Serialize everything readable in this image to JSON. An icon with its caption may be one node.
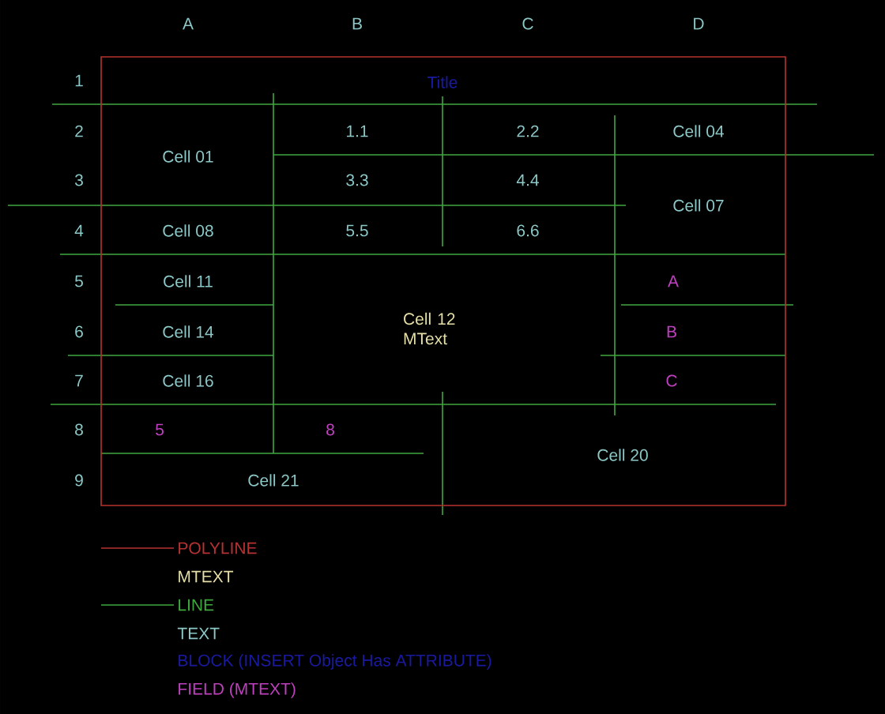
{
  "diagram": {
    "labels": [
      "A",
      "B",
      "C",
      "D",
      "1",
      "Title",
      "2",
      "Cell 01",
      "1.1",
      "2.2",
      "Cell 04",
      "3",
      "3.3",
      "4.4",
      "Cell 07",
      "4",
      "Cell 08",
      "5.5",
      "6.6",
      "5",
      "Cell 11",
      "Cell 12 MText",
      "A",
      "6",
      "Cell 14",
      "B",
      "7",
      "Cell 16",
      "C",
      "8",
      "5",
      "8",
      "Cell 20",
      "9",
      "Cell 21"
    ],
    "legend": [
      {
        "text": "POLYLINE",
        "color": "#b83232"
      },
      {
        "text": "MTEXT",
        "color": "#e6e0a8"
      },
      {
        "text": "LINE",
        "color": "#3fa83f"
      },
      {
        "text": "TEXT",
        "color": "#8cc8c8"
      },
      {
        "text": "BLOCK (INSERT Object Has ATTRIBUTE)",
        "color": "#1a1aa0"
      },
      {
        "text": "FIELD (MTEXT)",
        "color": "#c040c0"
      }
    ]
  }
}
